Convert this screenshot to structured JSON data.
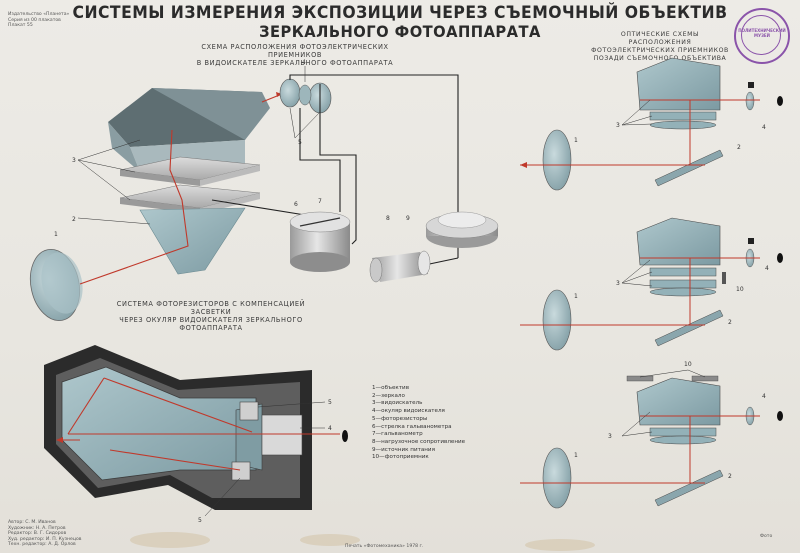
{
  "title_line1": "СИСТЕМЫ ИЗМЕРЕНИЯ ЭКСПОЗИЦИИ ЧЕРЕЗ СЪЕМОЧНЫЙ ОБЪЕКТИВ",
  "title_line2": "ЗЕРКАЛЬНОГО ФОТОАППАРАТА",
  "caption_scheme_top": [
    "СХЕМА РАСПОЛОЖЕНИЯ ФОТОЭЛЕКТРИЧЕСКИХ ПРИЕМНИКОВ",
    "В ВИДОИСКАТЕЛЕ ЗЕРКАЛЬНОГО ФОТОАППАРАТА"
  ],
  "caption_right": [
    "ОПТИЧЕСКИЕ СХЕМЫ РАСПОЛОЖЕНИЯ",
    "ФОТОЭЛЕКТРИЧЕСКИХ ПРИЕМНИКОВ",
    "ПОЗАДИ СЪЕМОЧНОГО ОБЪЕКТИВА"
  ],
  "caption_bottom": [
    "СИСТЕМА ФОТОРЕЗИСТОРОВ С КОМПЕНСАЦИЕЙ ЗАСВЕТКИ",
    "ЧЕРЕЗ ОКУЛЯР ВИДОИСКАТЕЛЯ ЗЕРКАЛЬНОГО ФОТОАППАРАТА"
  ],
  "publisher_info": [
    "Издательство «Планета»",
    "Серия из 00 плакатов",
    "Плакат 55"
  ],
  "legend": [
    "1—объектив",
    "2—зеркало",
    "3—видоискатель",
    "4—окуляр видоискателя",
    "5—фоторезисторы",
    "6—стрелка гальванометра",
    "7—гальванометр",
    "8—нагрузочное сопротивление",
    "9—источник питания",
    "10—фотоприемник"
  ],
  "footer_left": [
    "Автор: С. М. Иванов",
    "Художник: Н. А. Петров",
    "Редактор: В. Г. Сидоров",
    "Худ. редактор: И. П. Кузнецов",
    "Техн. редактор: А. Д. Орлов"
  ],
  "footer_center": "Печать «Фотомеханика» 1978 г.",
  "footer_right": "Фото",
  "stamp_text": "ПОЛИТЕХНИЧЕСКИЙ МУЗЕЙ",
  "labels": {
    "n1": "1",
    "n2": "2",
    "n3": "3",
    "n4": "4",
    "n5": "5",
    "n6": "6",
    "n7": "7",
    "n8": "8",
    "n9": "9",
    "n10": "10"
  },
  "colors": {
    "glass": "#93b1b8",
    "glass_dark": "#6f8e96",
    "ray": "#c0392b",
    "frame": "#2f2f2f",
    "metal": "#bdbdbd"
  }
}
